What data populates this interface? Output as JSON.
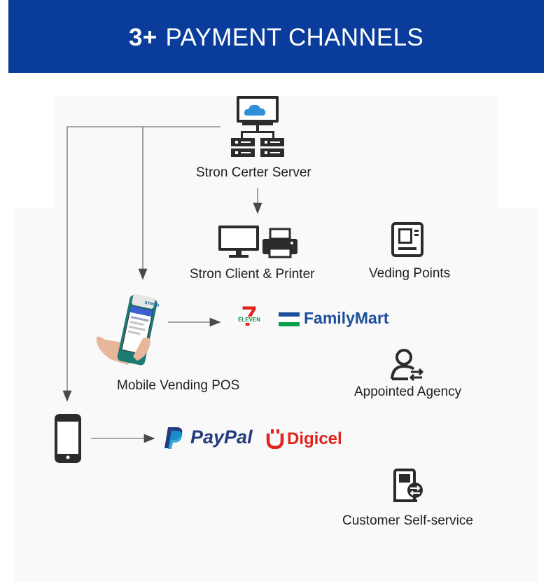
{
  "header": {
    "title_prefix": "3+",
    "title_rest": "PAYMENT CHANNELS",
    "bg_color": "#0a3d9b"
  },
  "nodes": {
    "server": {
      "label": "Stron Certer Server",
      "icon": "cloud-server-icon"
    },
    "client_printer": {
      "label": "Stron Client & Printer",
      "icons": [
        "monitor-icon",
        "printer-icon"
      ]
    },
    "vending_points": {
      "label": "Veding Points",
      "icon": "vending-kiosk-icon"
    },
    "mobile_pos": {
      "label": "Mobile Vending POS",
      "device_brand": "STRON",
      "icon": "pos-terminal-icon"
    },
    "agency": {
      "label": "Appointed Agency",
      "icon": "agency-person-icon"
    },
    "phone": {
      "icon": "smartphone-icon"
    },
    "self_service": {
      "label": "Customer Self-service",
      "icon": "self-service-kiosk-icon"
    }
  },
  "brands": {
    "seven_eleven": {
      "numeral": "7",
      "text": "ELEVEN"
    },
    "familymart": {
      "text": "FamilyMart",
      "color": "#1d4f9a"
    },
    "paypal": {
      "text": "PayPal",
      "colors": [
        "#253b80",
        "#179bd7"
      ]
    },
    "digicel": {
      "text": "Digicel",
      "color": "#e2231a"
    }
  },
  "colors": {
    "line": "#8a8a8a",
    "icon": "#2b2b2b",
    "accent_blue": "#2f8fd8"
  }
}
